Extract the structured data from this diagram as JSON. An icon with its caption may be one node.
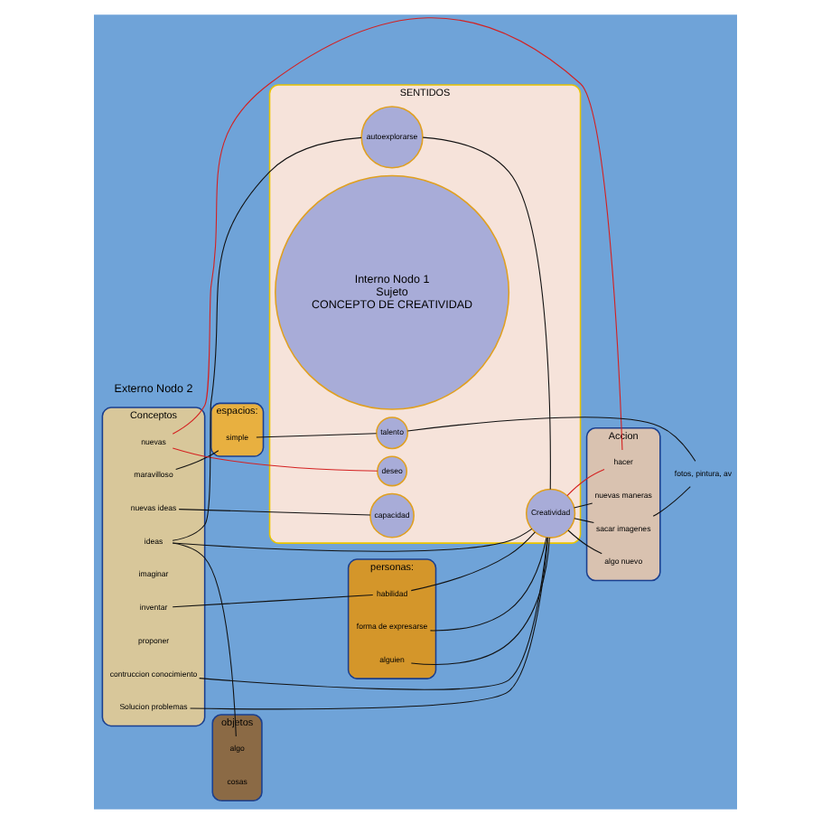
{
  "diagram": {
    "nodes": [
      {
        "text": [
          "Conceptos"
        ]
      },
      {
        "text": [
          "maravilloso"
        ],
        "in": 0
      },
      {
        "text": [
          "contruccion conocimiento"
        ],
        "in": 0
      },
      {
        "text": [
          "nuevas ideas"
        ],
        "in": 0
      },
      {
        "text": [
          "Solucion problemas"
        ],
        "in": 0
      },
      {
        "text": [
          "imaginar"
        ],
        "in": 0
      },
      {
        "text": [
          "inventar"
        ],
        "in": 0
      },
      {
        "text": [
          "proponer"
        ],
        "in": 0
      },
      {
        "text": [
          "nuevas"
        ],
        "in": 0
      },
      {
        "text": [
          "ideas"
        ],
        "in": 0
      },
      {
        "text": [
          "espacios:"
        ]
      },
      {
        "text": [
          "simple"
        ],
        "in": 10
      },
      {
        "text": [
          "personas:"
        ]
      },
      {
        "text": [
          "habilidad"
        ],
        "in": 12
      },
      {
        "text": [
          "forma de expresarse"
        ],
        "in": 12
      },
      {
        "text": [
          "alguien"
        ],
        "in": 12
      },
      {
        "text": [
          "SENTIDOS"
        ]
      },
      {
        "text": [
          "deseo"
        ],
        "in": 16
      },
      {
        "text": [
          "Interno Nodo 1",
          "Sujeto",
          "CONCEPTO DE CREATIVIDAD"
        ],
        "in": 16
      },
      {
        "text": [
          "capacidad"
        ],
        "in": 16
      },
      {
        "text": [
          "talento"
        ],
        "in": 16
      },
      {
        "text": [
          "autoexplorarse"
        ],
        "in": 16
      },
      {
        "text": [
          "Creatividad"
        ],
        "in": 16
      },
      {
        "text": [
          "Accion"
        ]
      },
      {
        "text": [
          "algo nuevo"
        ],
        "in": 23
      },
      {
        "text": [
          "nuevas maneras"
        ],
        "in": 23
      },
      {
        "text": [
          "sacar imagenes"
        ],
        "in": 23
      },
      {
        "text": [
          "hacer"
        ],
        "in": 23
      },
      {
        "text": [
          "objetos"
        ]
      },
      {
        "text": [
          "algo"
        ],
        "in": 28
      },
      {
        "text": [
          "cosas"
        ],
        "in": 28
      },
      {
        "text": [
          "fotos, pintura, av"
        ]
      }
    ],
    "edges": [
      {
        "from": 1,
        "to": 11,
        "arrow": "none"
      },
      {
        "from": 11,
        "to": 20,
        "arrow": "none"
      },
      {
        "from": 3,
        "to": 19,
        "arrow": "none"
      },
      {
        "from": 6,
        "to": 13,
        "arrow": "none"
      },
      {
        "from": 2,
        "to": 22,
        "arrow": "none"
      },
      {
        "from": 4,
        "to": 22,
        "arrow": "none"
      },
      {
        "from": 13,
        "to": 22,
        "arrow": "none"
      },
      {
        "from": 14,
        "to": 22,
        "arrow": "none"
      },
      {
        "from": 15,
        "to": 22,
        "arrow": "none"
      },
      {
        "from": 9,
        "to": 21,
        "arrow": "none"
      },
      {
        "from": 9,
        "to": 22,
        "arrow": "none"
      },
      {
        "from": 9,
        "to": 29,
        "arrow": "none"
      },
      {
        "from": 8,
        "to": 17,
        "arrow": "none",
        "color": "#d42020"
      },
      {
        "from": 8,
        "to": 27,
        "arrow": "none",
        "color": "#d42020"
      },
      {
        "from": 22,
        "to": 27,
        "arrow": "none",
        "color": "#d42020"
      },
      {
        "from": 21,
        "to": 22,
        "arrow": "none"
      },
      {
        "from": 22,
        "to": 24,
        "arrow": "none"
      },
      {
        "from": 22,
        "to": 25,
        "arrow": "none"
      },
      {
        "from": 22,
        "to": 26,
        "arrow": "none"
      },
      {
        "from": 26,
        "to": 31,
        "arrow": "none"
      },
      {
        "from": 20,
        "to": 31,
        "arrow": "none"
      }
    ],
    "labels": [
      "Externo Nodo 2"
    ]
  }
}
